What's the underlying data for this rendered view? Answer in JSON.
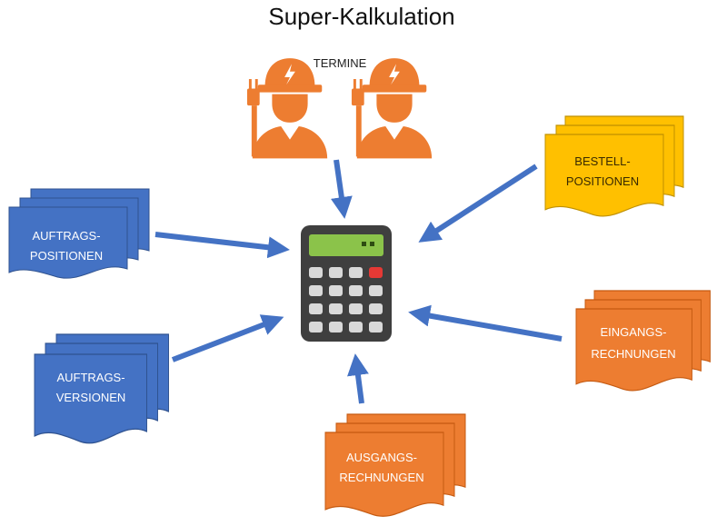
{
  "title": "Super-Kalkulation",
  "termine_label": "TERMINE",
  "documents": {
    "auftrags_positionen": {
      "line1": "AUFTRAGS-",
      "line2": "POSITIONEN",
      "color": "#4472c4"
    },
    "auftrags_versionen": {
      "line1": "AUFTRAGS-",
      "line2": "VERSIONEN",
      "color": "#4472c4"
    },
    "bestell_positionen": {
      "line1": "BESTELL-",
      "line2": "POSITIONEN",
      "color": "#ffc000"
    },
    "eingangs_rechnungen": {
      "line1": "EINGANGS-",
      "line2": "RECHNUNGEN",
      "color": "#ed7d31"
    },
    "ausgangs_rechnungen": {
      "line1": "AUSGANGS-",
      "line2": "RECHNUNGEN",
      "color": "#ed7d31"
    }
  },
  "colors": {
    "arrow": "#4472c4",
    "worker": "#ed7d31",
    "calculator_body": "#3f3f3f",
    "calculator_display": "#8bc34a",
    "calculator_key": "#d9d9d9",
    "calculator_key_red": "#e53935"
  },
  "icons": {
    "workers": "electrician-worker-icon",
    "calculator": "calculator-icon"
  }
}
